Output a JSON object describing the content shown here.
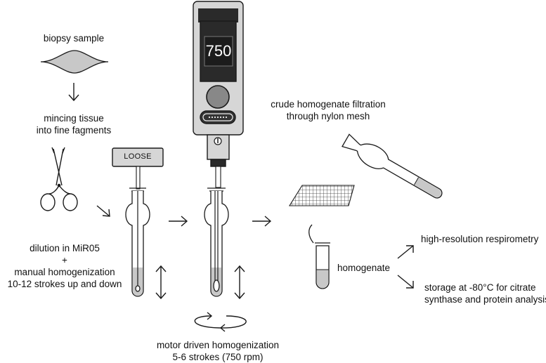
{
  "labels": {
    "biopsy": "biopsy sample",
    "mincing_line1": "mincing tissue",
    "mincing_line2": "into fine fagments",
    "dilution_line1": "dilution in MiR05",
    "dilution_line2": "+",
    "dilution_line3": "manual homogenization",
    "dilution_line4": "10-12 strokes up and down",
    "loose": "LOOSE",
    "display_value": "750",
    "motor_line1": "motor driven homogenization",
    "motor_line2": "5-6 strokes (750 rpm)",
    "filtration_line1": "crude homogenate filtration",
    "filtration_line2": "through nylon mesh",
    "homogenate": "homogenate",
    "respirometry": "high-resolution respirometry",
    "storage_line1": "storage at -80°C for citrate",
    "storage_line2": "synthase and protein analysis"
  },
  "icons": [
    "biopsy-sample-icon",
    "down-arrow-icon",
    "scissors-icon",
    "loose-pestle-icon",
    "homogenizer-tube-icon",
    "motor-homogenizer-icon",
    "rotation-icon",
    "nylon-mesh-icon",
    "filtration-tube-icon",
    "sample-tube-icon",
    "double-arrow-icon",
    "right-arrow-icon"
  ],
  "colors": {
    "outline": "#1a1a1a",
    "fill_gray": "#c8c8c8",
    "device_body": "#d6d6d6",
    "display": "#2a2a2a"
  }
}
